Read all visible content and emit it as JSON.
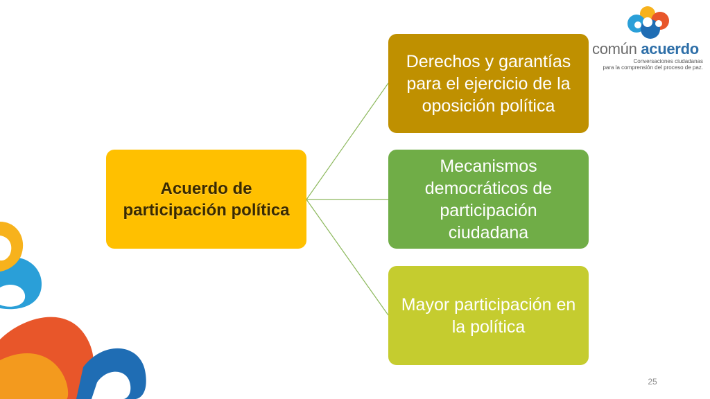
{
  "diagram": {
    "root": {
      "label": "Acuerdo de participación política",
      "color": "#FFC000"
    },
    "children": [
      {
        "label": "Derechos y garantías para el ejercicio de la oposición política",
        "color": "#BF9000"
      },
      {
        "label": "Mecanismos democráticos de participación ciudadana",
        "color": "#70AD47"
      },
      {
        "label": "Mayor participación en la política",
        "color": "#C5CC2F"
      }
    ],
    "connector_color": "#8CB85C"
  },
  "logo": {
    "word1": "común",
    "word2": "acuerdo",
    "tagline_line1": "Conversaciones ciudadanas",
    "tagline_line2": "para la comprensión del proceso de paz."
  },
  "slide": {
    "page_number": "25"
  }
}
